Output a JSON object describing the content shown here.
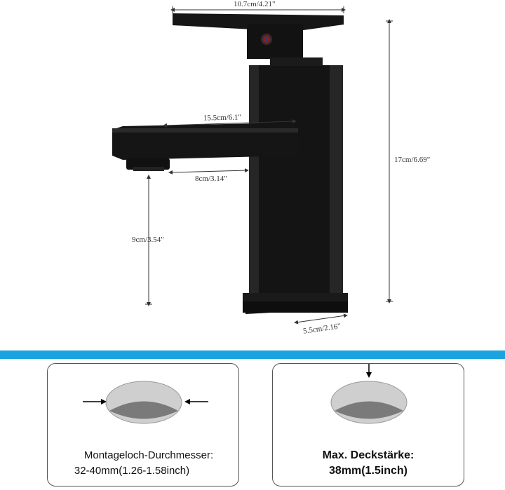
{
  "dimensions": {
    "handle_width": "10.7cm/4.21\"",
    "spout_length": "15.5cm/6.1\"",
    "spout_reach": "8cm/3.14\"",
    "total_height": "17cm/6.69\"",
    "spout_height": "9cm/3.54\"",
    "base_width": "5.5cm/2.16\""
  },
  "panels": {
    "left": {
      "line1": "Montageloch-Durchmesser:",
      "line2": "32-40mm(1.26-1.58inch)"
    },
    "right": {
      "line1": "Max. Deckstärke:",
      "line2": "38mm(1.5inch)"
    }
  },
  "colors": {
    "accent_band": "#1aa3e0",
    "faucet": "#141414",
    "hole_light": "#cfcfcf",
    "hole_dark": "#7a7a7a"
  }
}
